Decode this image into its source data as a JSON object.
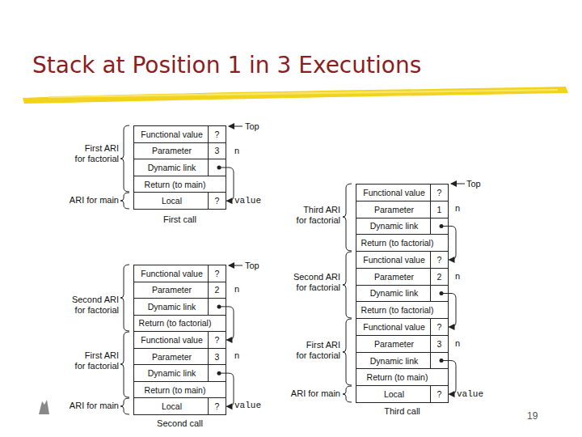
{
  "diagram": {
    "title": "Stack at Position 1 in 3 Executions",
    "nodes": [
      {
        "text": [
          "First call"
        ]
      },
      {
        "text": [
          "Functional value",
          "?"
        ],
        "in": 0
      },
      {
        "text": [
          "Parameter",
          "3"
        ],
        "in": 0
      },
      {
        "text": [
          "Dynamic link"
        ],
        "in": 0
      },
      {
        "text": [
          "Return (to main)"
        ],
        "in": 0
      },
      {
        "text": [
          "Local",
          "?"
        ],
        "in": 0
      },
      {
        "text": [
          "Second call"
        ]
      },
      {
        "text": [
          "Functional value",
          "?"
        ],
        "in": 6
      },
      {
        "text": [
          "Parameter",
          "2"
        ],
        "in": 6
      },
      {
        "text": [
          "Dynamic link"
        ],
        "in": 6
      },
      {
        "text": [
          "Return (to factorial)"
        ],
        "in": 6
      },
      {
        "text": [
          "Functional value",
          "?"
        ],
        "in": 6
      },
      {
        "text": [
          "Parameter",
          "3"
        ],
        "in": 6
      },
      {
        "text": [
          "Dynamic link"
        ],
        "in": 6
      },
      {
        "text": [
          "Return (to main)"
        ],
        "in": 6
      },
      {
        "text": [
          "Local",
          "?"
        ],
        "in": 6
      },
      {
        "text": [
          "Third call"
        ]
      },
      {
        "text": [
          "Functional value",
          "?"
        ],
        "in": 16
      },
      {
        "text": [
          "Parameter",
          "1"
        ],
        "in": 16
      },
      {
        "text": [
          "Dynamic link"
        ],
        "in": 16
      },
      {
        "text": [
          "Return (to factorial)"
        ],
        "in": 16
      },
      {
        "text": [
          "Functional value",
          "?"
        ],
        "in": 16
      },
      {
        "text": [
          "Parameter",
          "2"
        ],
        "in": 16
      },
      {
        "text": [
          "Dynamic link"
        ],
        "in": 16
      },
      {
        "text": [
          "Return (to factorial)"
        ],
        "in": 16
      },
      {
        "text": [
          "Functional value",
          "?"
        ],
        "in": 16
      },
      {
        "text": [
          "Parameter",
          "3"
        ],
        "in": 16
      },
      {
        "text": [
          "Dynamic link"
        ],
        "in": 16
      },
      {
        "text": [
          "Return (to main)"
        ],
        "in": 16
      },
      {
        "text": [
          "Local",
          "?"
        ],
        "in": 16
      }
    ],
    "edges": [
      {
        "from": 3,
        "to": 5,
        "arrow": "to"
      },
      {
        "from": 9,
        "to": 11,
        "arrow": "to"
      },
      {
        "from": 13,
        "to": 15,
        "arrow": "to"
      },
      {
        "from": 19,
        "to": 21,
        "arrow": "to"
      },
      {
        "from": 23,
        "to": 25,
        "arrow": "to"
      },
      {
        "from": 27,
        "to": 29,
        "arrow": "to"
      }
    ],
    "labels": [
      "First ARI for factorial",
      "ARI for main",
      "Top",
      "n",
      "value",
      "Second ARI for factorial",
      "First ARI for factorial",
      "ARI for main",
      "Top",
      "n",
      "n",
      "value",
      "Third ARI for factorial",
      "Second ARI for factorial",
      "First ARI for factorial",
      "ARI for main",
      "Top",
      "n",
      "n",
      "n",
      "value",
      "19"
    ]
  }
}
